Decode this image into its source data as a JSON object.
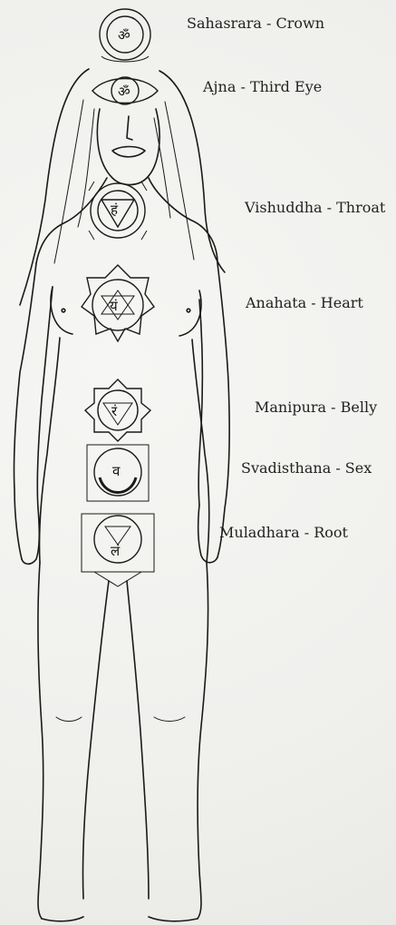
{
  "chakras": [
    {
      "id": "crown",
      "label": "Sahasrara - Crown",
      "symbol": "ॐ"
    },
    {
      "id": "third",
      "label": "Ajna - Third Eye",
      "symbol": "ॐ"
    },
    {
      "id": "throat",
      "label": "Vishuddha - Throat",
      "symbol": "हं"
    },
    {
      "id": "heart",
      "label": "Anahata - Heart",
      "symbol": "यं"
    },
    {
      "id": "belly",
      "label": "Manipura - Belly",
      "symbol": "रं"
    },
    {
      "id": "sex",
      "label": "Svadisthana - Sex",
      "symbol": "व"
    },
    {
      "id": "root",
      "label": "Muladhara - Root",
      "symbol": "लं"
    }
  ],
  "colors": {
    "ink": "#1a1a1a",
    "paper": "#f3f3f1"
  }
}
